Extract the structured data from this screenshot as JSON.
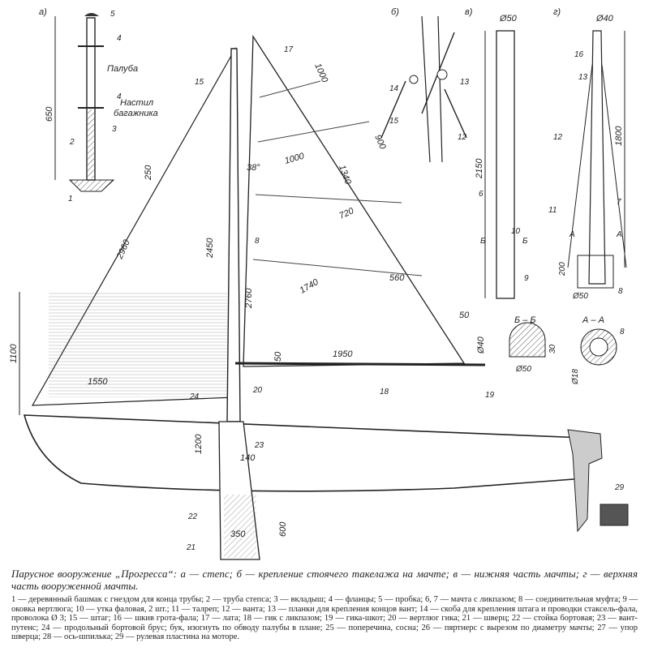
{
  "panels": {
    "a": "а)",
    "b": "б)",
    "v": "в)",
    "g": "г)"
  },
  "panel_a": {
    "deck": "Палуба",
    "deck_rack": "Настил багажника",
    "height": "650",
    "parts": [
      "5",
      "4",
      "4",
      "3",
      "2",
      "1"
    ]
  },
  "panel_b": {
    "parts": [
      "14",
      "13",
      "15",
      "12"
    ]
  },
  "panel_v": {
    "diameter": "Ø50",
    "length": "2150",
    "parts": [
      "6",
      "10",
      "9"
    ],
    "section_marks": [
      "Б",
      "Б"
    ]
  },
  "panel_g": {
    "diameter_top": "Ø40",
    "diameter_bottom": "Ø50",
    "length": "1800",
    "spacing": "200",
    "parts": [
      "16",
      "13",
      "12",
      "11",
      "7",
      "8"
    ],
    "section_marks": [
      "А",
      "А"
    ]
  },
  "sections": {
    "bb": {
      "title": "Б – Б",
      "diameter": "Ø50",
      "depth": "30"
    },
    "aa": {
      "title": "А – А",
      "diameter": "Ø18",
      "part": "8"
    }
  },
  "main": {
    "dims": [
      "1000",
      "900",
      "1000",
      "1340",
      "720",
      "1740",
      "250",
      "38°",
      "2960",
      "2450",
      "2760",
      "560",
      "50",
      "1100",
      "1550",
      "1950",
      "Ø40",
      "50",
      "140",
      "1200",
      "350",
      "600"
    ],
    "parts": [
      "15",
      "17",
      "8",
      "18",
      "19",
      "20",
      "24",
      "23",
      "22",
      "21",
      "29"
    ]
  },
  "caption": "Парусное вооружение „Прогресса“: а — степс; б — крепление стоячего такелажа на мачте; в — нижняя часть мачты; г — верхняя часть вооруженной мачты.",
  "legend": "1 — деревянный башмак с гнездом для конца трубы; 2 — труба степса; 3 — вкладыш; 4 — фланцы; 5 — пробка; 6, 7 — мачта с ликпазом; 8 — соединительная муфта; 9 — оковка вертлюга; 10 — утка фаловая, 2 шт.; 11 — талреп; 12 — ванта; 13 — планки для крепления концов вант; 14 — скоба для крепления штага и проводки стаксель-фала, проволока Ø 3; 15 — штаг; 16 — шкив грота-фала; 17 — лата; 18 — гик с ликпазом; 19 — гика-шкот; 20 — вертлюг гика; 21 — шверц; 22 — стойка бортовая; 23 — вант-путенс; 24 — продольный бортовой брус; бук, изогнуть по обводу палубы в плане; 25 — поперечина, сосна; 26 — пяртнерс с вырезом по диаметру мачты; 27 — упор шверца; 28 — ось-шпилька; 29 — рулевая пластина на моторе."
}
